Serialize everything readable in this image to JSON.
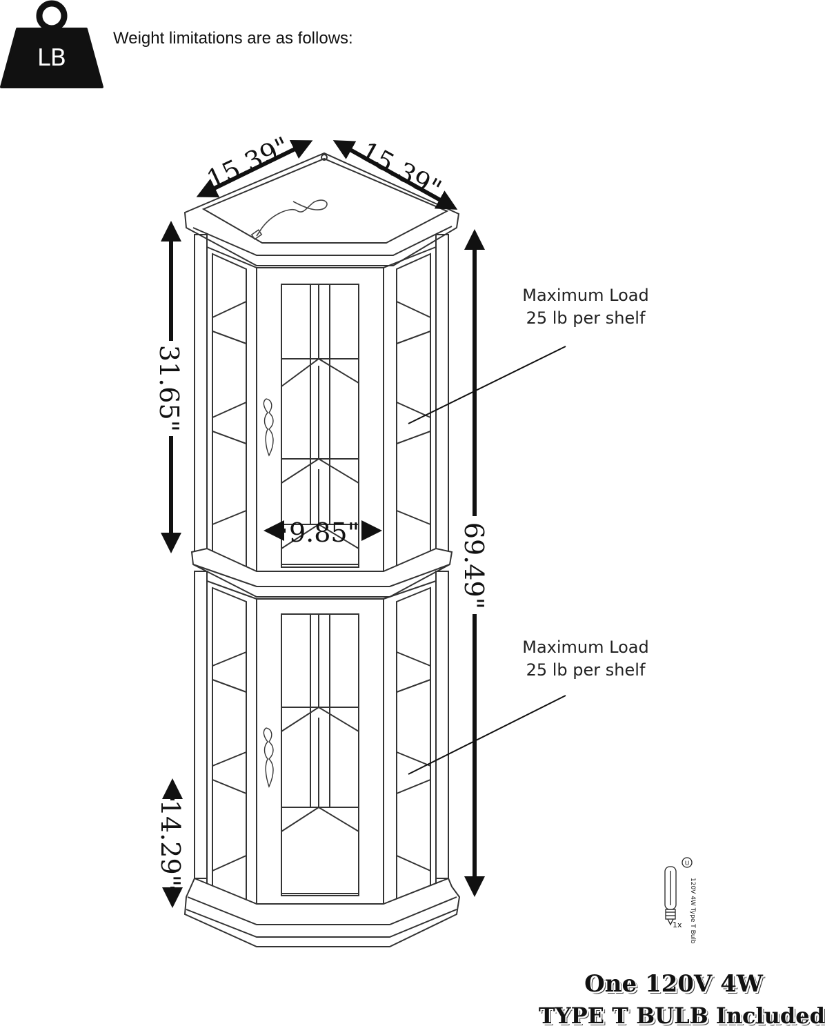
{
  "header": {
    "weight_icon_label": "LB",
    "intro_text": "Weight limitations are as follows:"
  },
  "dimensions": {
    "top_left_width": "15.39\"",
    "top_right_width": "15.39\"",
    "upper_height": "31.65\"",
    "total_height": "69.49\"",
    "door_width": "9.85\"",
    "base_height": "14.29\""
  },
  "shelf_loads": [
    {
      "line1": "Maximum Load",
      "line2": "25 lb per shelf"
    },
    {
      "line1": "Maximum Load",
      "line2": "25 lb per shelf"
    }
  ],
  "bulb": {
    "spec_text": "120V 4W Type T Bulb",
    "quantity": "1x",
    "note_line1": "One 120V 4W",
    "note_line2": "TYPE T BULB Included"
  },
  "icons": [
    "weight-icon",
    "bulb-icon",
    "power-cord-icon",
    "door-handle-icon"
  ]
}
